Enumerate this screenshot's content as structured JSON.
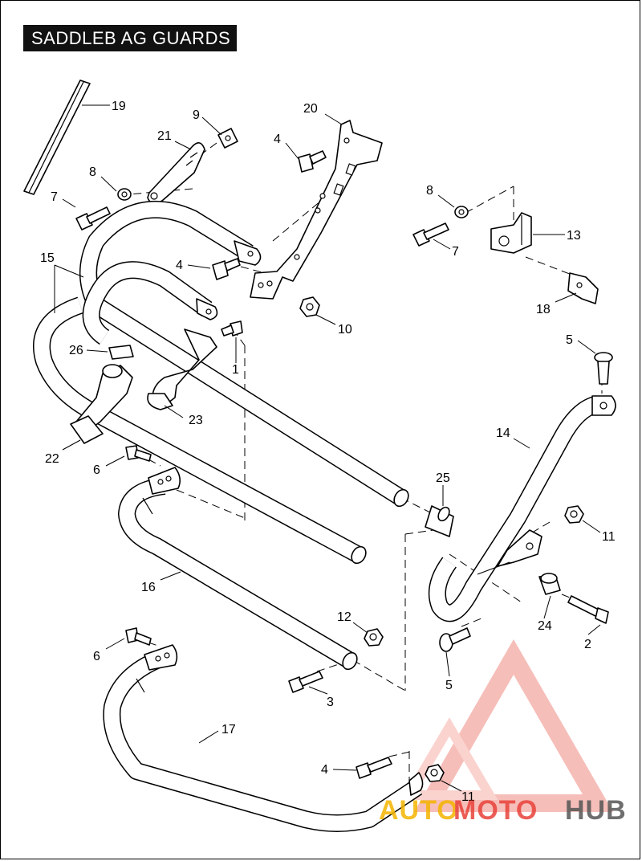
{
  "title": "SADDLEB AG GUARDS",
  "callouts": [
    {
      "id": "19",
      "text": "19"
    },
    {
      "id": "9",
      "text": "9"
    },
    {
      "id": "21",
      "text": "21"
    },
    {
      "id": "20",
      "text": "20"
    },
    {
      "id": "4a",
      "text": "4"
    },
    {
      "id": "8a",
      "text": "8"
    },
    {
      "id": "7a",
      "text": "7"
    },
    {
      "id": "8b",
      "text": "8"
    },
    {
      "id": "13",
      "text": "13"
    },
    {
      "id": "7b",
      "text": "7"
    },
    {
      "id": "15",
      "text": "15"
    },
    {
      "id": "4b",
      "text": "4"
    },
    {
      "id": "10",
      "text": "10"
    },
    {
      "id": "18",
      "text": "18"
    },
    {
      "id": "26",
      "text": "26"
    },
    {
      "id": "1",
      "text": "1"
    },
    {
      "id": "5a",
      "text": "5"
    },
    {
      "id": "23",
      "text": "23"
    },
    {
      "id": "14",
      "text": "14"
    },
    {
      "id": "22",
      "text": "22"
    },
    {
      "id": "6a",
      "text": "6"
    },
    {
      "id": "25",
      "text": "25"
    },
    {
      "id": "11a",
      "text": "11"
    },
    {
      "id": "16",
      "text": "16"
    },
    {
      "id": "24",
      "text": "24"
    },
    {
      "id": "12",
      "text": "12"
    },
    {
      "id": "2",
      "text": "2"
    },
    {
      "id": "6b",
      "text": "6"
    },
    {
      "id": "5b",
      "text": "5"
    },
    {
      "id": "3",
      "text": "3"
    },
    {
      "id": "17",
      "text": "17"
    },
    {
      "id": "4c",
      "text": "4"
    },
    {
      "id": "11b",
      "text": "11"
    }
  ],
  "watermark": {
    "text_a": "AUTO",
    "text_b": "MOTO",
    "text_c": "HUB",
    "color_a": "#f4b400",
    "color_b": "#e8423a",
    "color_c": "#555555"
  }
}
